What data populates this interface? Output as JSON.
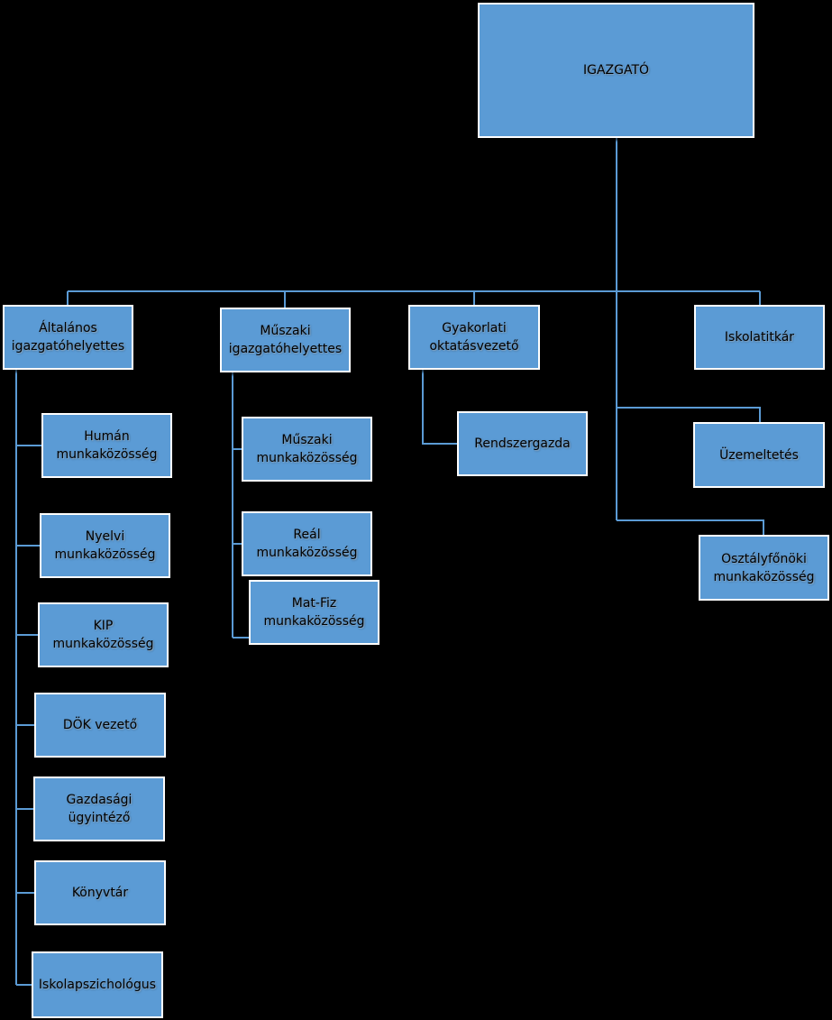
{
  "colors": {
    "background": "#000000",
    "box_fill": "#5b9bd5",
    "box_border": "#ffffff",
    "connector": "#5b9bd5",
    "text": "#000000"
  },
  "org": {
    "director": "IGAZGATÓ",
    "general_deputy": "Általános\nigazgatóhelyettes",
    "technical_deputy": "Műszaki\nigazgatóhelyettes",
    "practical_head": "Gyakorlati\noktatásvezető",
    "school_secretary": "Iskolatitkár",
    "general_units": [
      "Humán\nmunkaközösség",
      "Nyelvi\nmunkaközösség",
      "KIP\nmunkaközösség",
      "DÖK vezető",
      "Gazdasági\nügyintéző",
      "Könyvtár",
      "Iskolapszichológus"
    ],
    "technical_units": [
      "Műszaki\nmunkaközösség",
      "Reál\nmunkaközösség",
      "Mat-Fiz\nmunkaközösség"
    ],
    "practical_units": [
      "Rendszergazda"
    ],
    "director_direct_units": [
      "Üzemeltetés",
      "Osztályfőnöki\nmunkaközösség"
    ]
  }
}
